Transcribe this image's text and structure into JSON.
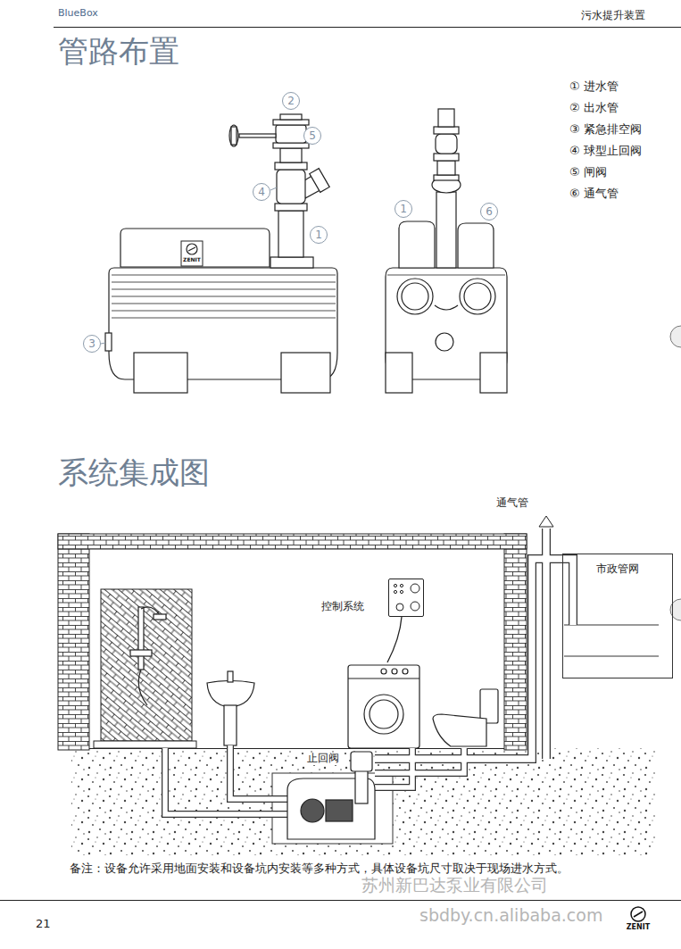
{
  "diagram": {
    "nodes": [
      {
        "text": [
          "2"
        ]
      },
      {
        "text": [
          "5"
        ]
      },
      {
        "text": [
          "4"
        ]
      },
      {
        "text": [
          "1"
        ]
      },
      {
        "text": [
          "3"
        ]
      },
      {
        "text": [
          "1"
        ]
      },
      {
        "text": [
          "6"
        ]
      },
      {
        "text": [
          "控制系统"
        ]
      },
      {
        "text": [
          "市政管网"
        ]
      }
    ],
    "labels": [
      "BlueBox",
      "污水提升装置",
      "管路布置",
      "① 进水管",
      "② 出水管",
      "③ 紧急排空阀",
      "④ 球型止回阀",
      "⑤ 闸阀",
      "⑥ 通气管",
      "ZENIT",
      "系统集成图",
      "通气管",
      "止回阀",
      "备注：设备允许采用地面安装和设备坑内安装等多种方式，具体设备坑尺寸取决于现场进水方式。",
      "苏州新巴达泵业有限公司",
      "sbdby.cn.alibaba.com",
      "21",
      "ZENIT"
    ]
  }
}
